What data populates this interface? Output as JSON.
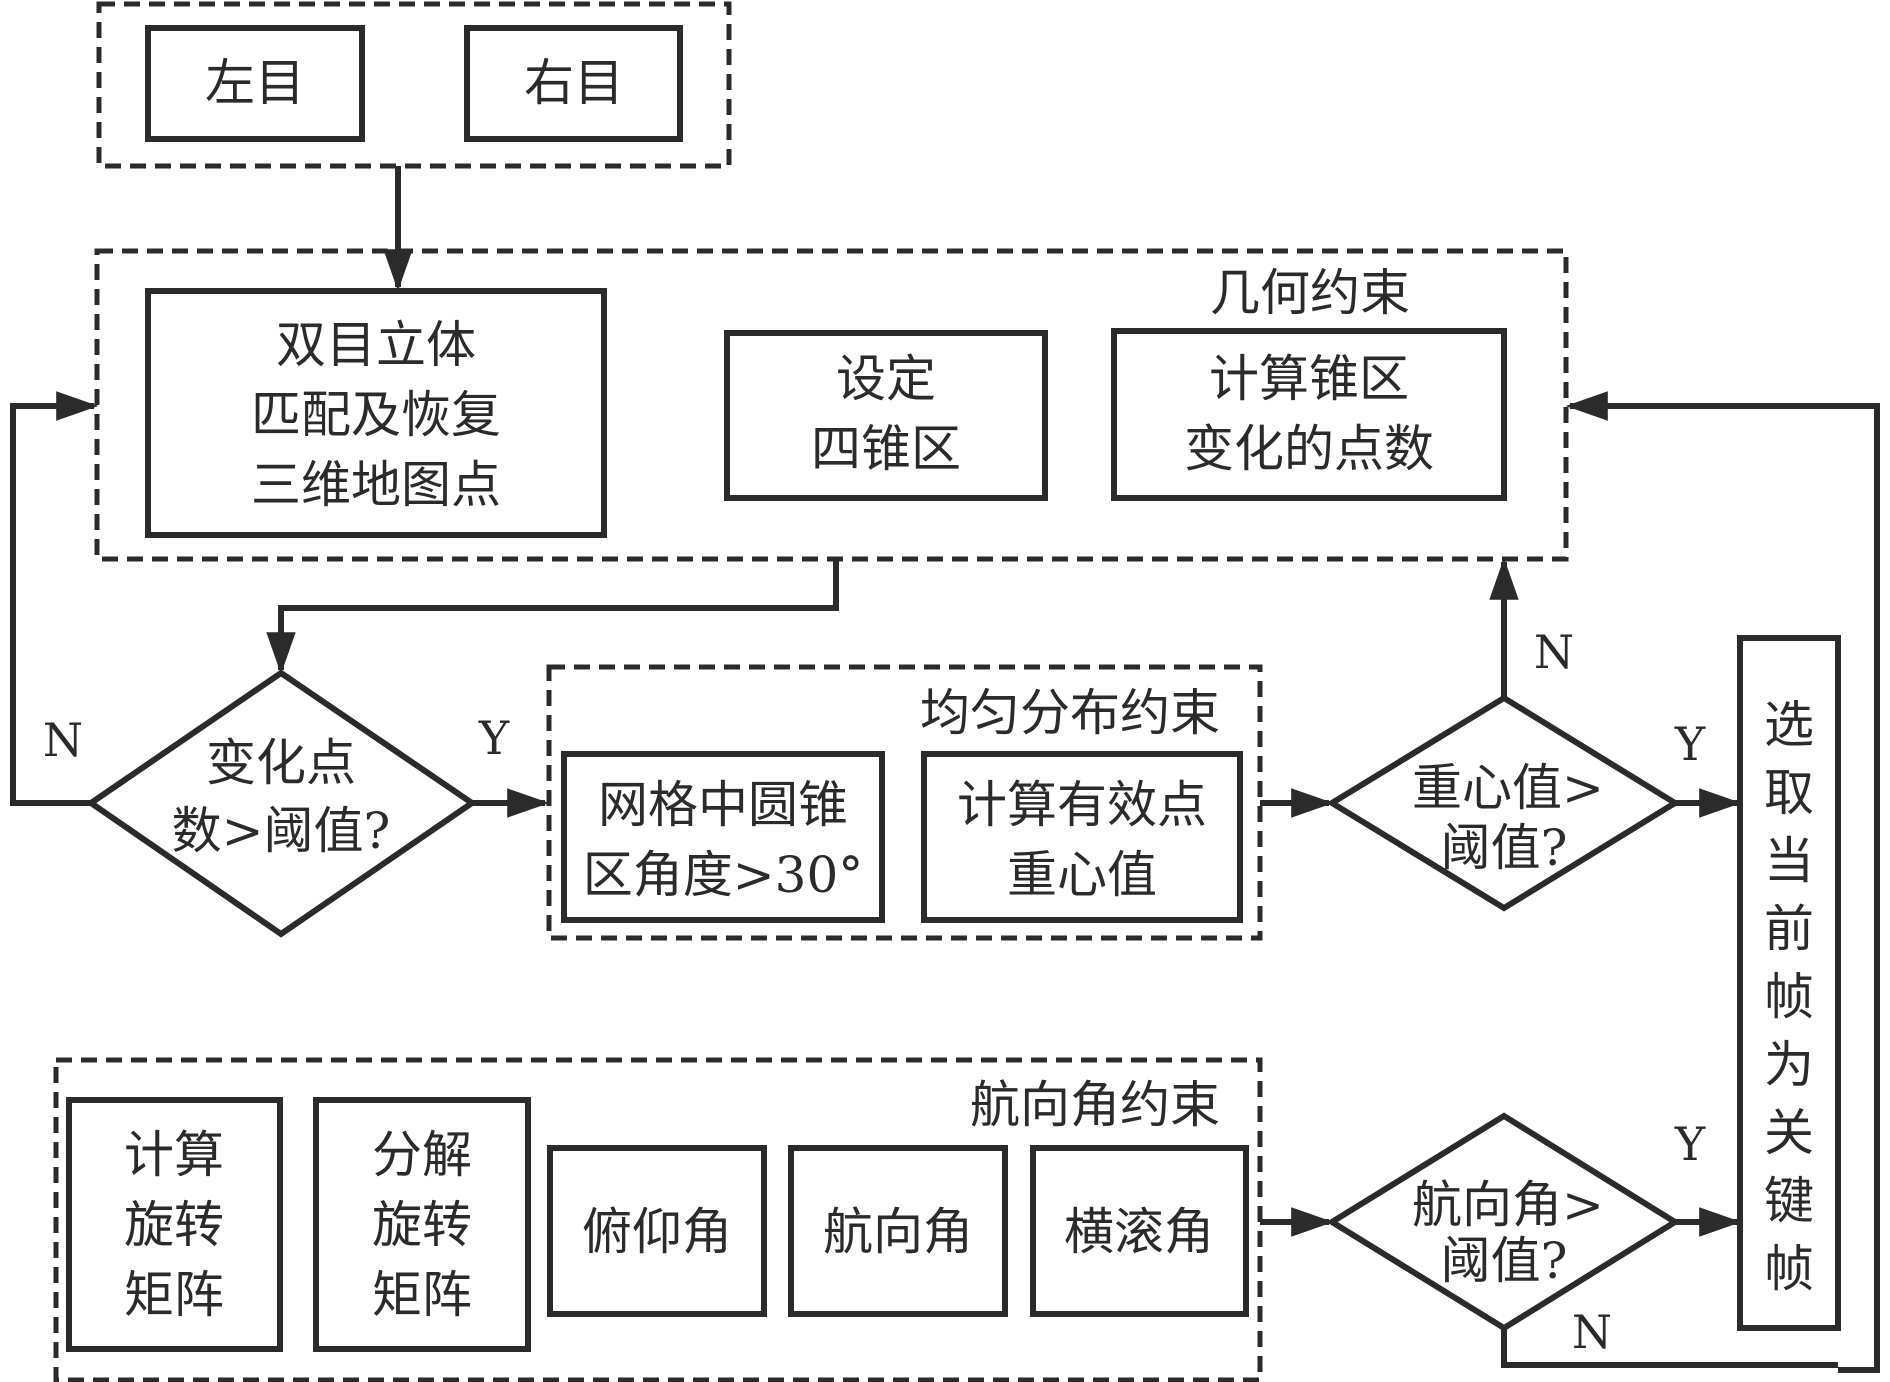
{
  "input_group": {
    "left_eye": "左目",
    "right_eye": "右目"
  },
  "geometry_group": {
    "title": "几何约束",
    "stereo_box": [
      "双目立体",
      "匹配及恢复",
      "三维地图点"
    ],
    "set_cone_box": [
      "设定",
      "四锥区"
    ],
    "count_box": [
      "计算锥区",
      "变化的点数"
    ]
  },
  "decision_change": {
    "lines": [
      "变化点",
      "数>阈值?"
    ],
    "yes": "Y",
    "no": "N"
  },
  "uniform_group": {
    "title": "均匀分布约束",
    "grid_box": [
      "网格中圆锥",
      "区角度>30°"
    ],
    "centroid_box": [
      "计算有效点",
      "重心值"
    ]
  },
  "decision_centroid": {
    "lines": [
      "重心值>",
      "阈值?"
    ],
    "yes": "Y",
    "no": "N"
  },
  "keyframe_box": {
    "chars": [
      "选",
      "取",
      "当",
      "前",
      "帧",
      "为",
      "关",
      "键",
      "帧"
    ]
  },
  "heading_group": {
    "title": "航向角约束",
    "compute_box": [
      "计算",
      "旋转",
      "矩阵"
    ],
    "decompose_box": [
      "分解",
      "旋转",
      "矩阵"
    ],
    "pitch": "俯仰角",
    "yaw": "航向角",
    "roll": "横滚角"
  },
  "decision_heading": {
    "lines": [
      "航向角>",
      "阈值?"
    ],
    "yes": "Y",
    "no": "N"
  },
  "colors": {
    "stroke": "#2b2b2b",
    "background": "#ffffff"
  }
}
